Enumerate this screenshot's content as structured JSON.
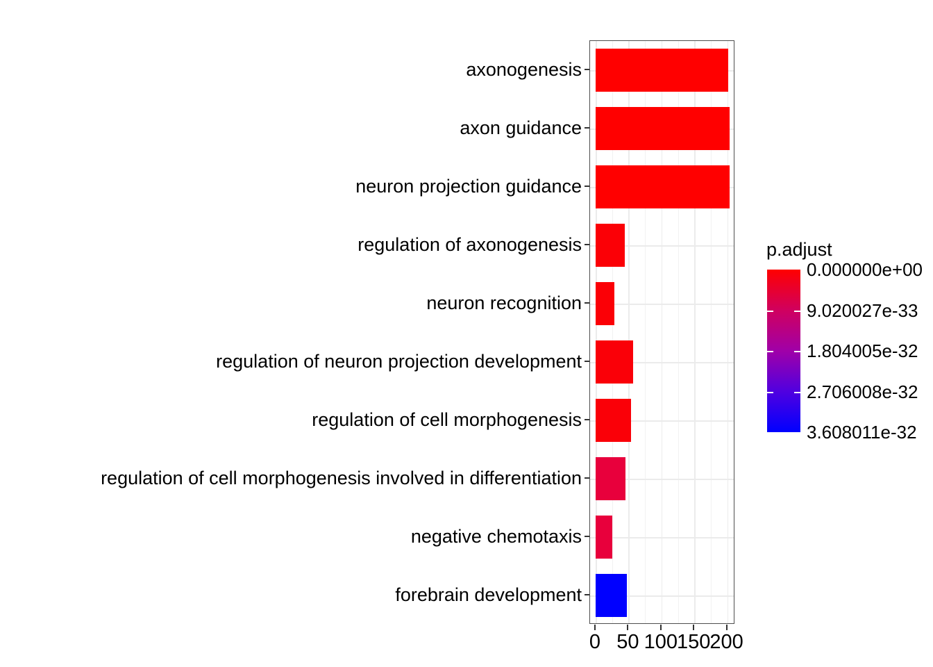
{
  "chart_data": {
    "type": "bar",
    "orientation": "horizontal",
    "title": "",
    "xlabel": "",
    "ylabel": "",
    "xlim": [
      0,
      220
    ],
    "grid": true,
    "legend_position": "right",
    "xticks": [
      "0",
      "50",
      "100",
      "150",
      "200"
    ],
    "xtick_values": [
      0,
      50,
      100,
      150,
      200
    ],
    "categories": [
      "axonogenesis",
      "axon guidance",
      "neuron projection guidance",
      "regulation of axonogenesis",
      "neuron recognition",
      "regulation of neuron projection development",
      "regulation of cell morphogenesis",
      "regulation of cell morphogenesis involved in differentiation",
      "negative chemotaxis",
      "forebrain development"
    ],
    "values": [
      202,
      204,
      204,
      44,
      28,
      57,
      54,
      45,
      25,
      47
    ],
    "bar_colors": [
      "#ff0000",
      "#ff0000",
      "#ff0000",
      "#fb0006",
      "#fb0006",
      "#fa0008",
      "#fa0008",
      "#e8003c",
      "#e8003c",
      "#0000ff"
    ],
    "colorbar": {
      "title": "p.adjust",
      "labels": [
        "0.000000e+00",
        "9.020027e-33",
        "1.804005e-32",
        "2.706008e-32",
        "3.608011e-32"
      ],
      "values": [
        0,
        9.020027e-33,
        1.804005e-32,
        2.706008e-32,
        3.608011e-32
      ],
      "color_high": "#ff0000",
      "color_low": "#0000ff"
    }
  }
}
